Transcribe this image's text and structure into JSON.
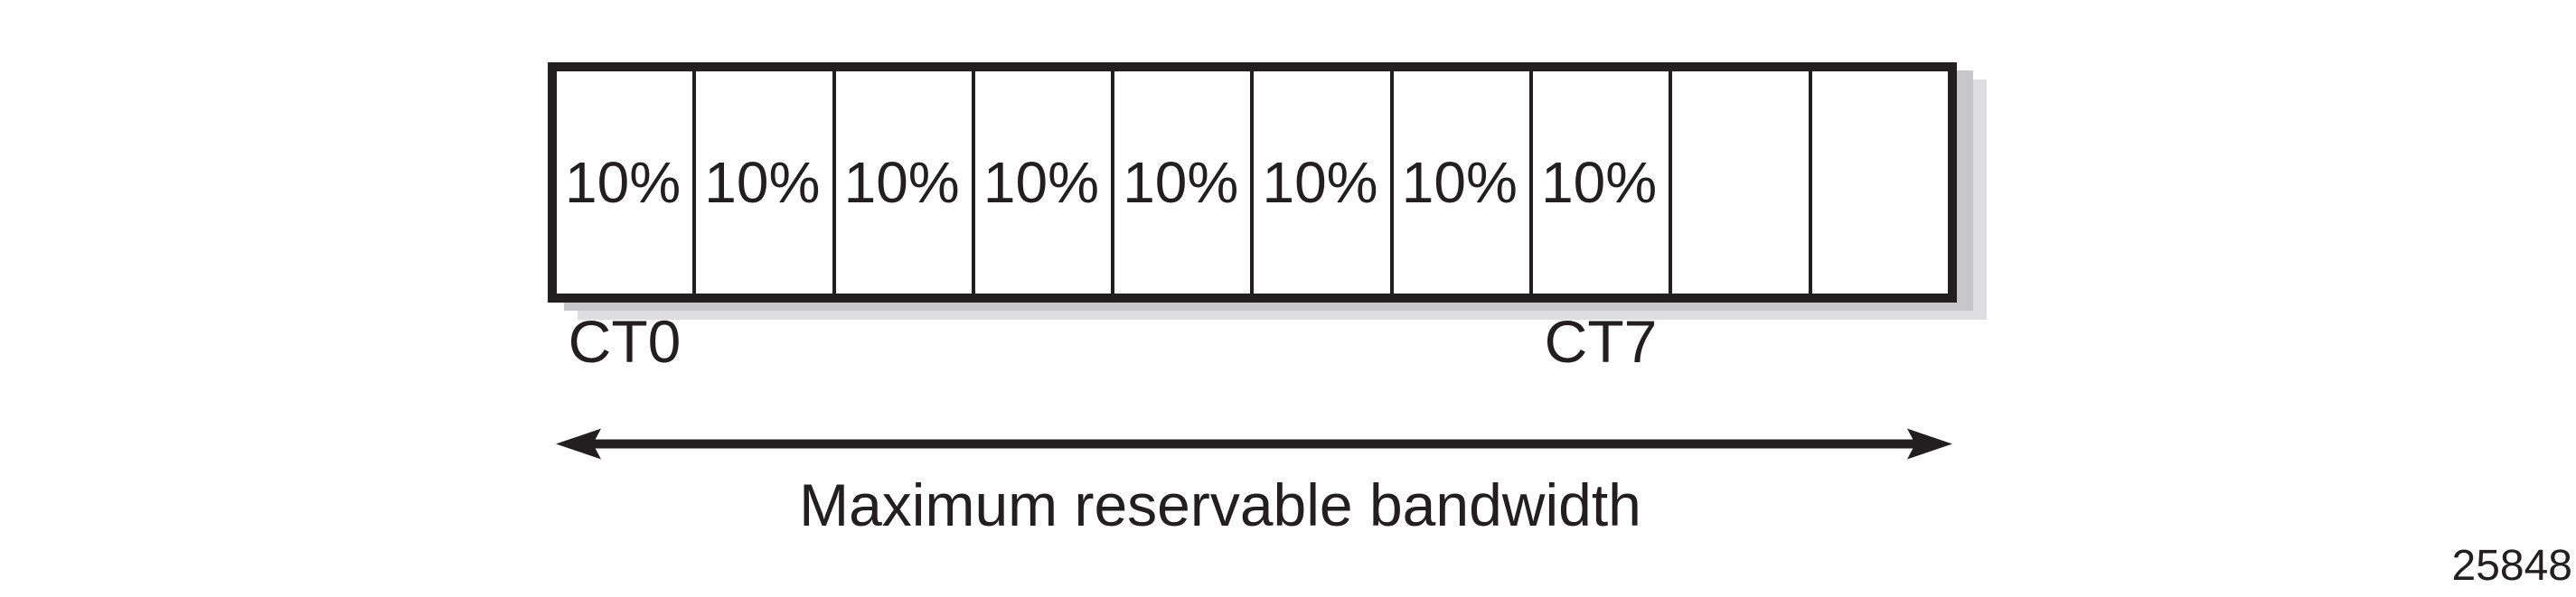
{
  "figure": {
    "box": {
      "cells": [
        {
          "label": "10%"
        },
        {
          "label": "10%"
        },
        {
          "label": "10%"
        },
        {
          "label": "10%"
        },
        {
          "label": "10%"
        },
        {
          "label": "10%"
        },
        {
          "label": "10%"
        },
        {
          "label": "10%"
        },
        {
          "label": ""
        },
        {
          "label": ""
        }
      ],
      "start_label": "CT0",
      "end_label": "CT7"
    },
    "arrow": {
      "caption": "Maximum reservable bandwidth"
    },
    "figure_number": "25848",
    "colors": {
      "ink": "#231f20",
      "shadow_inner": "#c7c7c9",
      "shadow_outer": "#dedee0",
      "background": "#ffffff"
    }
  }
}
